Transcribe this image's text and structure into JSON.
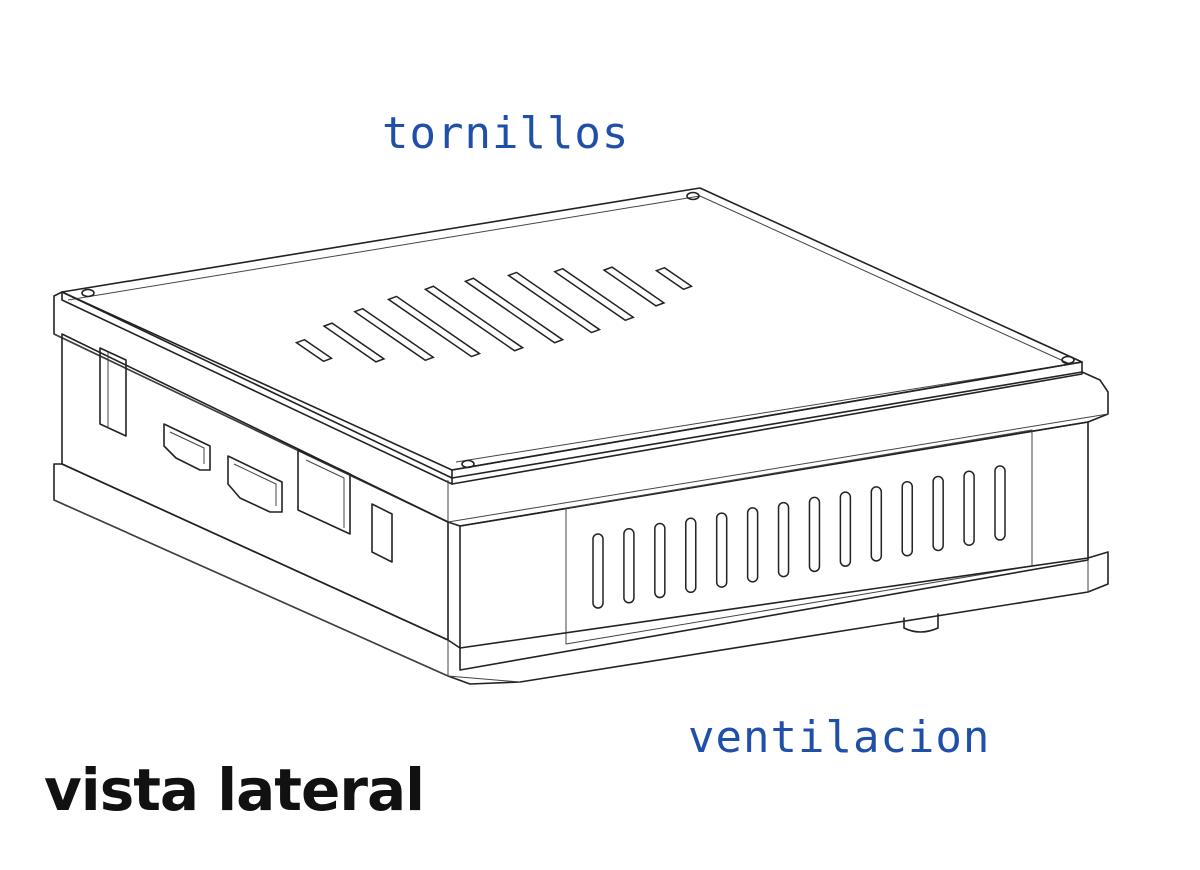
{
  "labels": {
    "top": "tornillos",
    "side": "ventilacion",
    "title": "vista lateral"
  },
  "colors": {
    "annotation": "#1f4fa8",
    "title": "#111111",
    "line": "#222222"
  },
  "features": {
    "top_vent_slots": 10,
    "side_vent_slots": 14,
    "screw_holes": 4
  }
}
